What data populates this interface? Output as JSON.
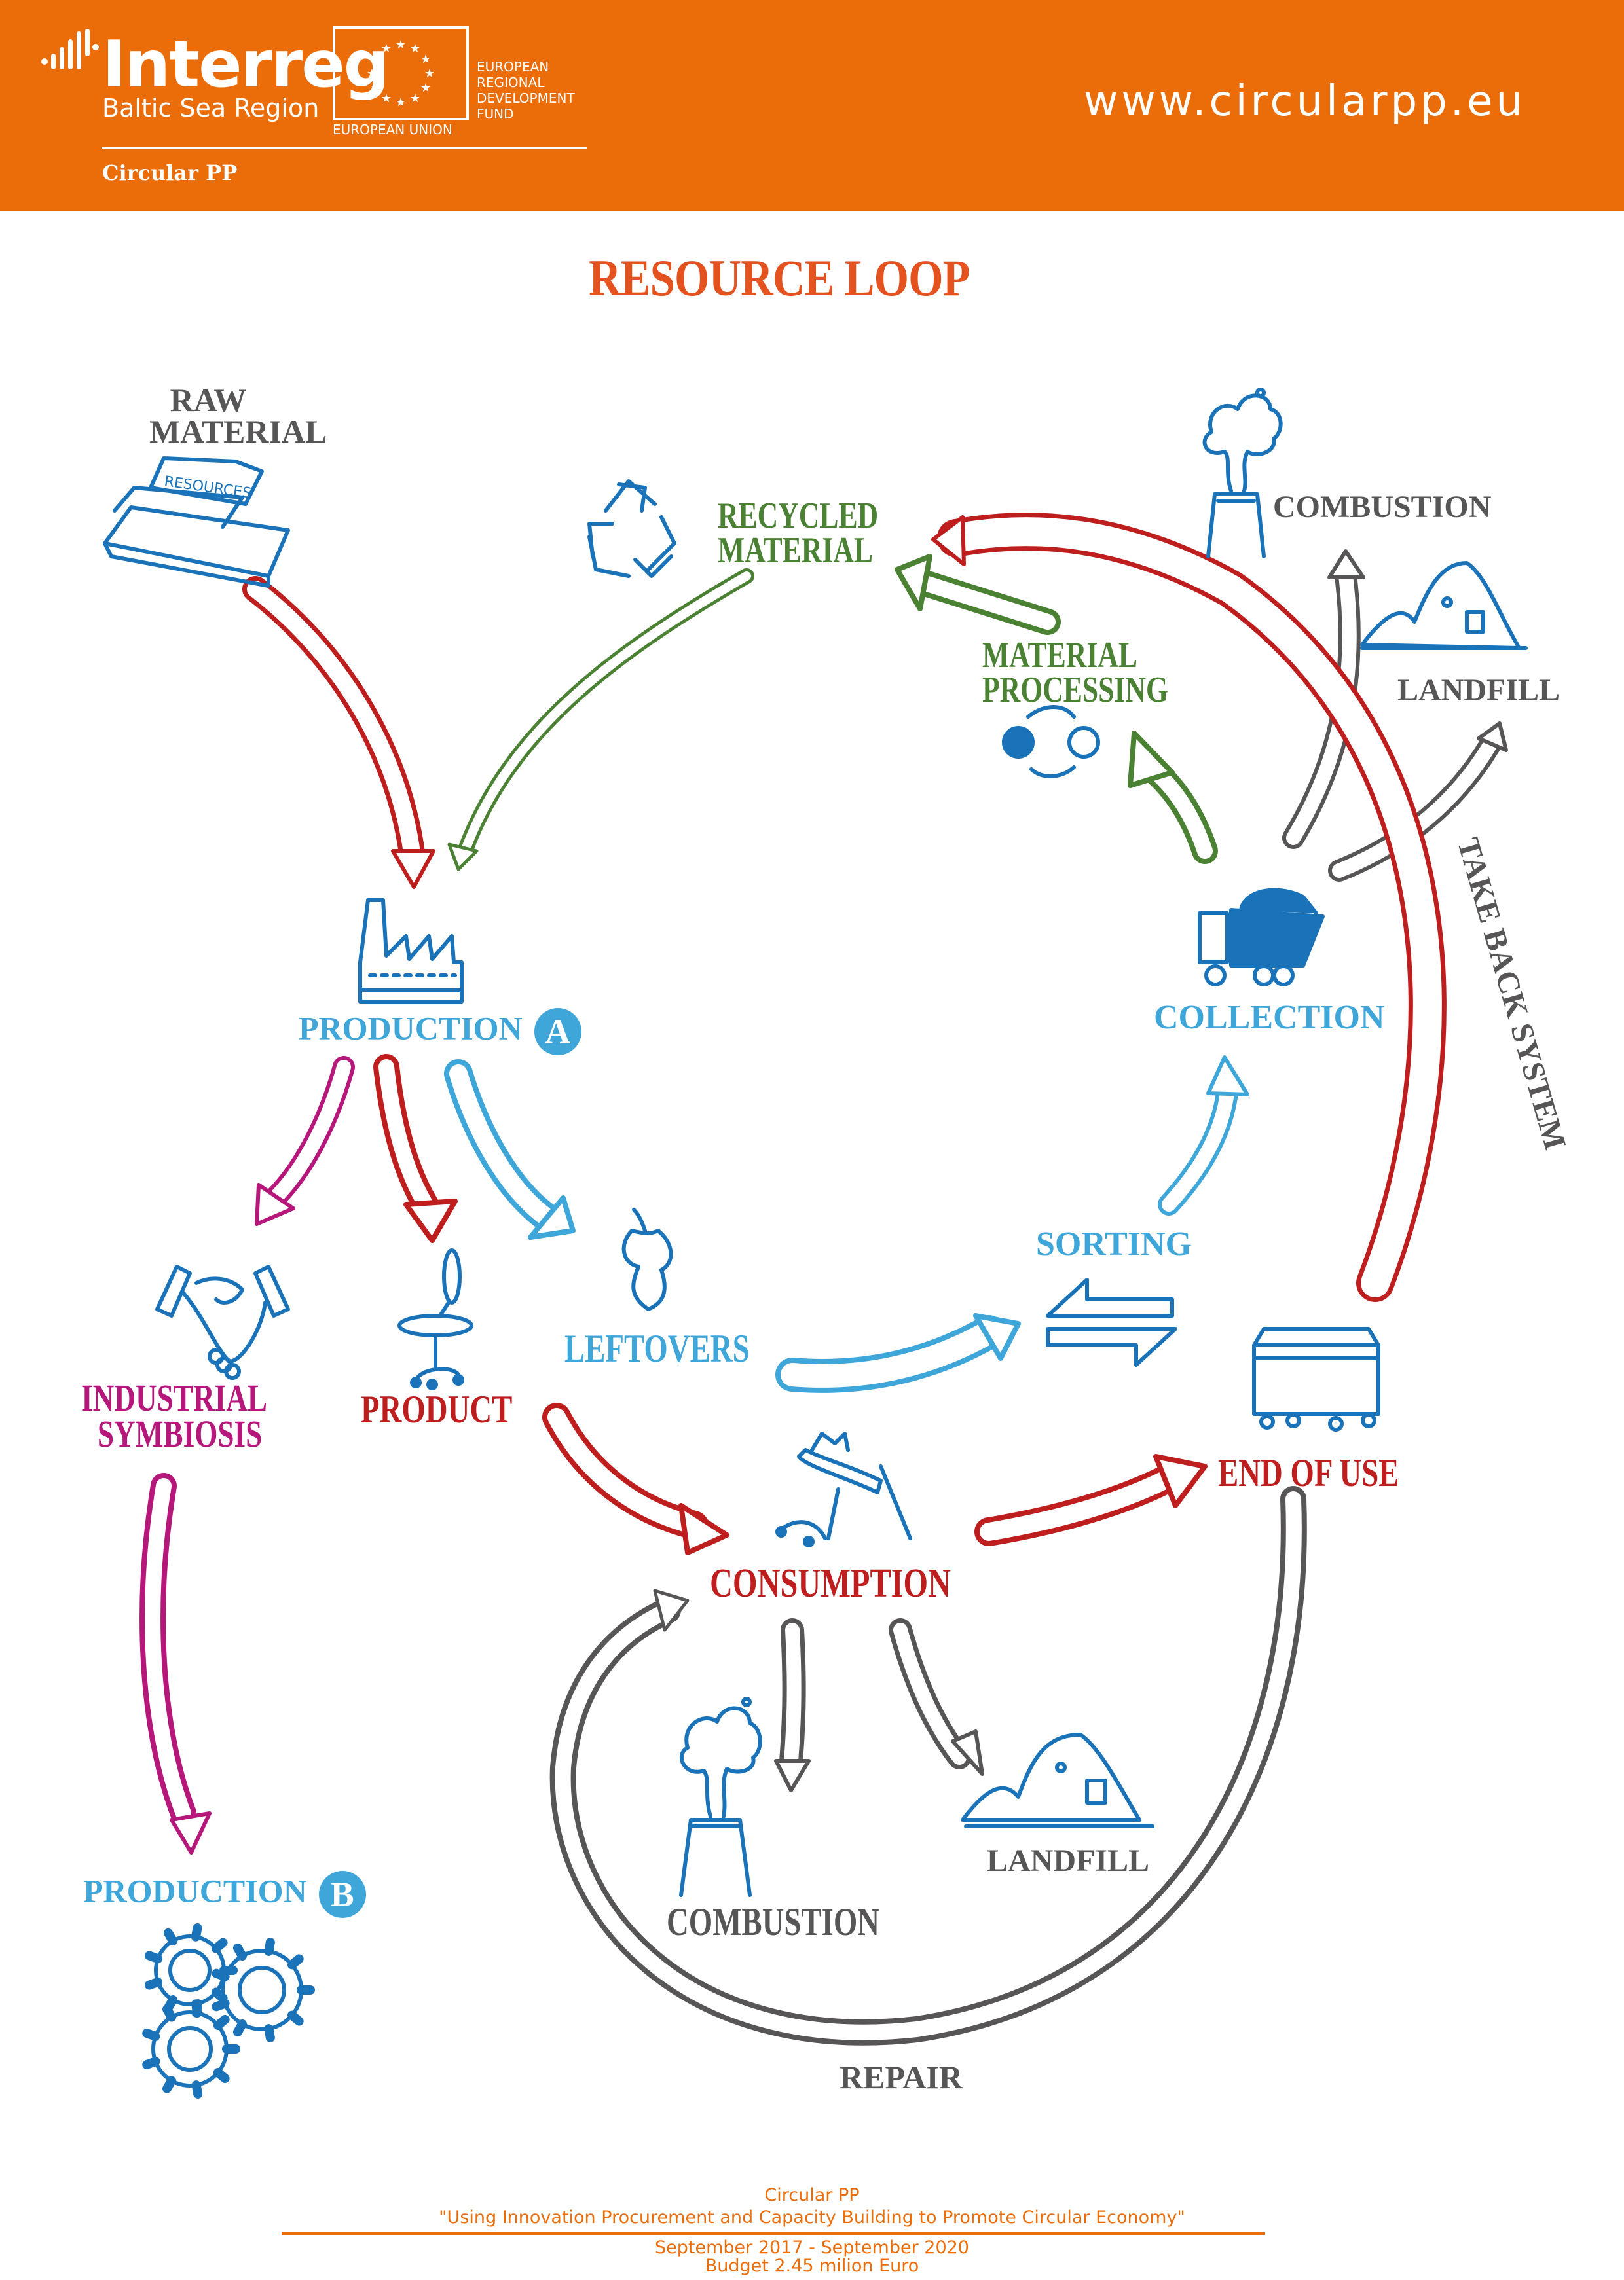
{
  "header": {
    "logo_name": "Interreg",
    "logo_region": "Baltic Sea Region",
    "eu_label": "EUROPEAN UNION",
    "fund_lines": [
      "EUROPEAN",
      "REGIONAL",
      "DEVELOPMENT",
      "FUND"
    ],
    "project_name": "Circular PP",
    "website": "www.circularpp.eu",
    "background_color": "#EA6D0A"
  },
  "title": "RESOURCE LOOP",
  "colors": {
    "title": "#E4521F",
    "gray_labels": "#575556",
    "green_labels": "#4A8132",
    "blue_labels": "#3FA6DA",
    "red_labels": "#BE1E1E",
    "magenta_labels": "#B5177B",
    "icon_blue": "#1A73B8"
  },
  "nodes": {
    "raw_material": {
      "line1": "RAW",
      "line2": "MATERIAL",
      "icon": "gold-bars-icon",
      "icon_text": "RESOURCES"
    },
    "recycled_material": {
      "line1": "RECYCLED",
      "line2": "MATERIAL",
      "icon": "recycle-icon"
    },
    "material_processing": {
      "line1": "MATERIAL",
      "line2": "PROCESSING",
      "icon": "processing-cycle-icon"
    },
    "combustion_top": {
      "label": "COMBUSTION",
      "icon": "smokestack-icon"
    },
    "landfill_top": {
      "label": "LANDFILL",
      "icon": "landfill-icon"
    },
    "production_a": {
      "label": "PRODUCTION",
      "badge": "A",
      "icon": "factory-icon"
    },
    "collection": {
      "label": "COLLECTION",
      "icon": "garbage-truck-icon"
    },
    "take_back_system": {
      "label": "TAKE BACK SYSTEM"
    },
    "sorting": {
      "label": "SORTING",
      "icon": "sort-arrows-icon"
    },
    "leftovers": {
      "label": "LEFTOVERS",
      "icon": "apple-core-icon"
    },
    "industrial_symbiosis": {
      "line1": "INDUSTRIAL",
      "line2": "SYMBIOSIS",
      "icon": "handshake-icon"
    },
    "product": {
      "label": "PRODUCT",
      "icon": "office-chair-icon"
    },
    "end_of_use": {
      "label": "END OF USE",
      "icon": "dumpster-icon"
    },
    "consumption": {
      "label": "CONSUMPTION",
      "icon": "broken-chair-icon"
    },
    "combustion_bottom": {
      "label": "COMBUSTION",
      "icon": "smokestack-icon"
    },
    "landfill_bottom": {
      "label": "LANDFILL",
      "icon": "landfill-icon"
    },
    "production_b": {
      "label": "PRODUCTION",
      "badge": "B",
      "icon": "gears-icon"
    },
    "repair": {
      "label": "REPAIR"
    }
  },
  "flows": [
    {
      "from": "raw_material",
      "to": "production_a",
      "color": "red"
    },
    {
      "from": "recycled_material",
      "to": "production_a",
      "color": "green"
    },
    {
      "from": "material_processing",
      "to": "recycled_material",
      "color": "green"
    },
    {
      "from": "collection",
      "to": "material_processing",
      "color": "green"
    },
    {
      "from": "collection",
      "to": "combustion_top",
      "color": "gray"
    },
    {
      "from": "collection",
      "to": "landfill_top",
      "color": "gray"
    },
    {
      "from": "end_of_use",
      "to": "recycled_material",
      "color": "red",
      "label": "TAKE BACK SYSTEM"
    },
    {
      "from": "production_a",
      "to": "industrial_symbiosis",
      "color": "magenta"
    },
    {
      "from": "production_a",
      "to": "product",
      "color": "red"
    },
    {
      "from": "production_a",
      "to": "leftovers",
      "color": "blue"
    },
    {
      "from": "leftovers",
      "to": "sorting",
      "color": "blue"
    },
    {
      "from": "sorting",
      "to": "collection",
      "color": "blue"
    },
    {
      "from": "product",
      "to": "consumption",
      "color": "red"
    },
    {
      "from": "consumption",
      "to": "end_of_use",
      "color": "red"
    },
    {
      "from": "consumption",
      "to": "combustion_bottom",
      "color": "gray"
    },
    {
      "from": "consumption",
      "to": "landfill_bottom",
      "color": "gray"
    },
    {
      "from": "end_of_use",
      "to": "consumption",
      "color": "gray",
      "label": "REPAIR"
    },
    {
      "from": "industrial_symbiosis",
      "to": "production_b",
      "color": "magenta"
    }
  ],
  "footer": {
    "project": "Circular PP",
    "tagline": "\"Using Innovation Procurement and Capacity Building to Promote Circular Economy\"",
    "period": "September 2017 - September 2020",
    "budget": "Budget 2.45 milion Euro"
  }
}
